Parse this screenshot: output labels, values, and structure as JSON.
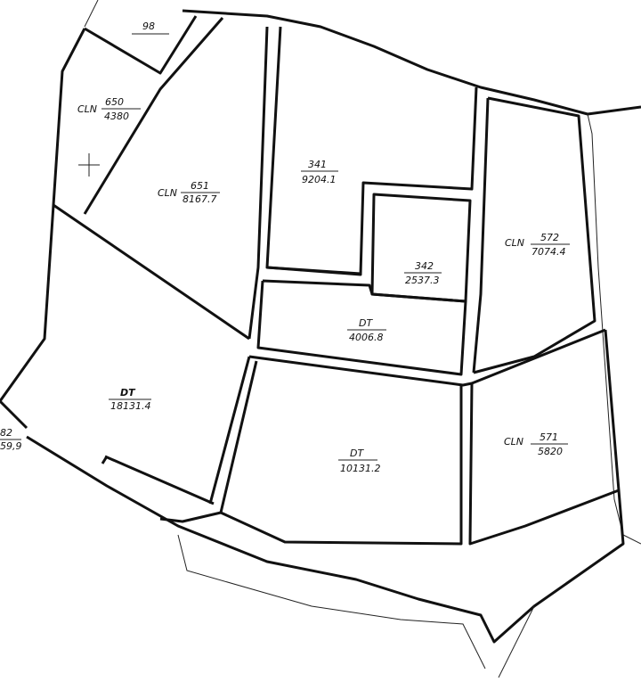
{
  "parcels": [
    {
      "id": "p98",
      "land_type": "",
      "number": "98",
      "area": ""
    },
    {
      "id": "p650",
      "land_type": "CLN",
      "number": "650",
      "area": "4380"
    },
    {
      "id": "p651",
      "land_type": "CLN",
      "number": "651",
      "area": "8167.7"
    },
    {
      "id": "p341",
      "land_type": "",
      "number": "341",
      "area": "9204.1"
    },
    {
      "id": "p342",
      "land_type": "",
      "number": "342",
      "area": "2537.3"
    },
    {
      "id": "p572",
      "land_type": "CLN",
      "number": "572",
      "area": "7074.4"
    },
    {
      "id": "dt4006",
      "land_type": "",
      "number": "DT",
      "area": "4006.8"
    },
    {
      "id": "dt18131",
      "land_type": "",
      "number": "DT",
      "area": "18131.4"
    },
    {
      "id": "dt10131",
      "land_type": "",
      "number": "DT",
      "area": "10131.2"
    },
    {
      "id": "p571",
      "land_type": "CLN",
      "number": "571",
      "area": "5820"
    },
    {
      "id": "edge",
      "land_type": "",
      "number": "82",
      "area": "59,9"
    }
  ],
  "colors": {
    "line": "#111111",
    "background": "#ffffff"
  }
}
